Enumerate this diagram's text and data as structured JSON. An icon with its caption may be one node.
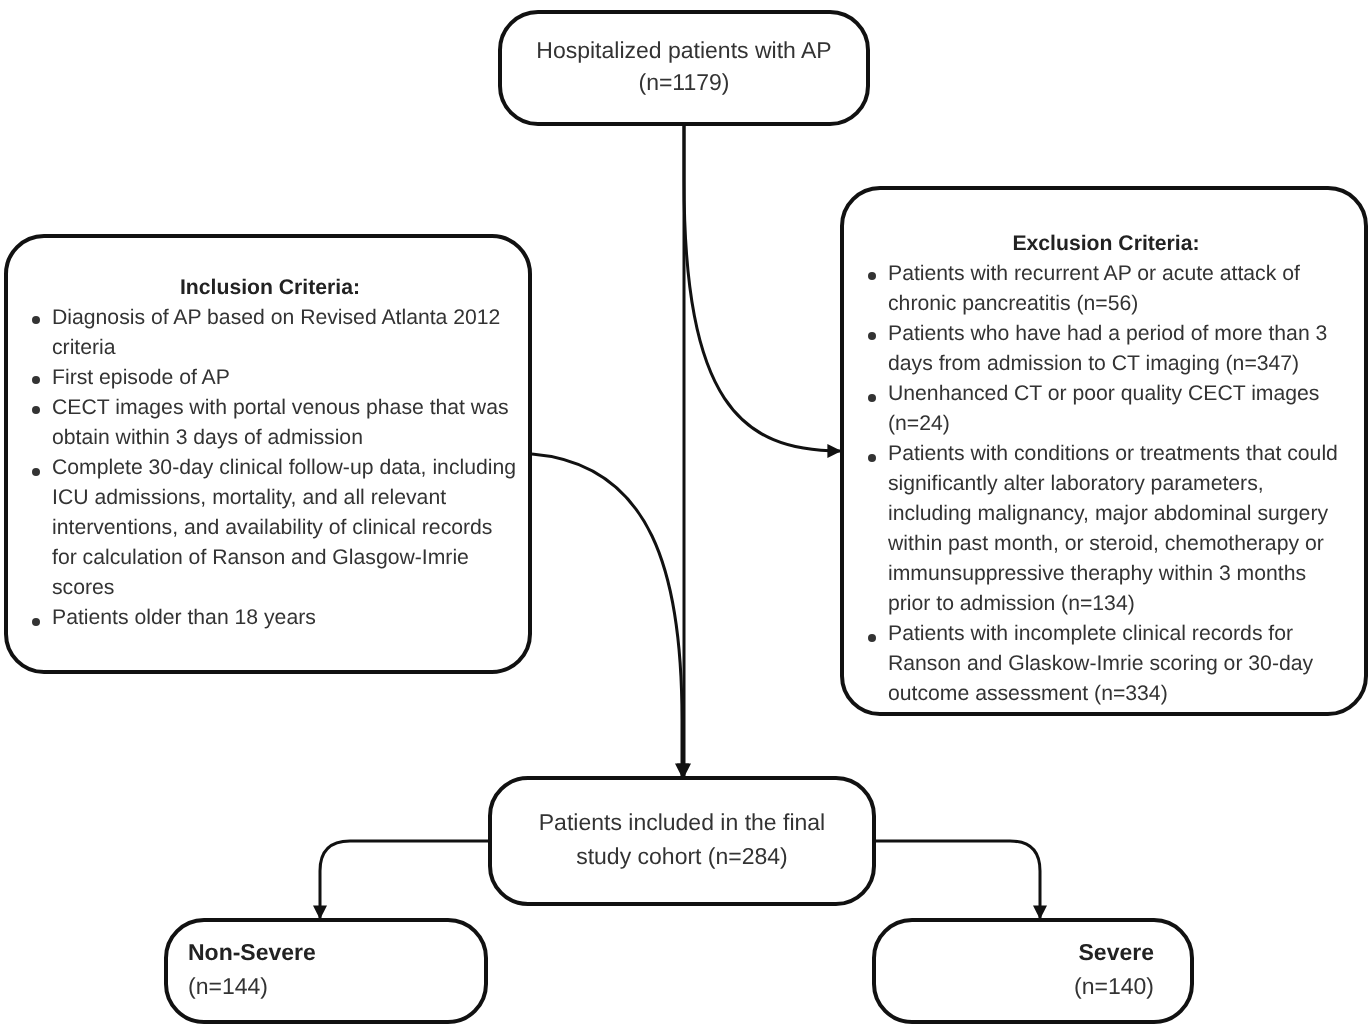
{
  "diagram": {
    "nodes": [
      {
        "text": [
          "Hospitalized patients with AP",
          "(n=1179)"
        ]
      },
      {
        "text": [
          "Inclusion Criteria:",
          "Diagnosis of AP based on Revised Atlanta 2012 criteria",
          "First episode of AP",
          "CECT images with portal venous phase that was obtain within 3 days of admission",
          "Complete 30-day clinical follow-up data, including ICU admissions, mortality, and all relevant interventions, and availability of clinical records for calculation of Ranson and Glasgow-Imrie scores",
          "Patients older than 18 years"
        ]
      },
      {
        "text": [
          "Exclusion Criteria:",
          "Patients with recurrent AP or acute attack of chronic pancreatitis (n=56)",
          "Patients who have had a period of more than 3 days from admission to CT imaging (n=347)",
          "Unenhanced CT or poor quality CECT images (n=24)",
          "Patients with conditions or treatments that could significantly alter laboratory parameters, including malignancy, major abdominal surgery within past month, or steroid, chemotherapy or immunsuppressive theraphy within 3 months prior to admission (n=134)",
          "Patients with incomplete clinical records for Ranson and Glaskow-Imrie scoring or 30-day outcome assessment (n=334)"
        ]
      },
      {
        "text": [
          "Patients included in the final study cohort (n=284)"
        ]
      },
      {
        "text": [
          "Non-Severe",
          "(n=144)"
        ]
      },
      {
        "text": [
          "Severe",
          "(n=140)"
        ]
      }
    ],
    "edges": [
      {
        "from": 0,
        "to": 3,
        "arrow": "to"
      },
      {
        "from": 0,
        "to": 2,
        "arrow": "to"
      },
      {
        "from": 1,
        "to": 3,
        "arrow": "to"
      },
      {
        "from": 3,
        "to": 4,
        "arrow": "to"
      },
      {
        "from": 3,
        "to": 5,
        "arrow": "to"
      }
    ]
  }
}
